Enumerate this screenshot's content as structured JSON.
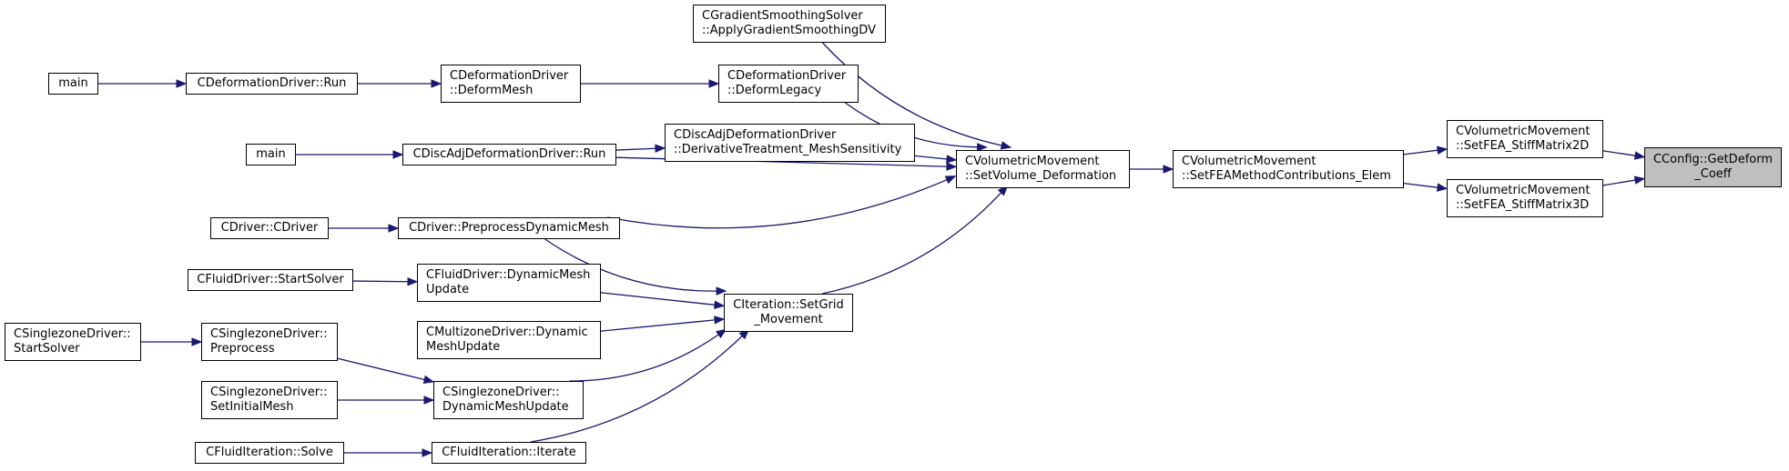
{
  "colors": {
    "edge": "#191970",
    "focus_fill": "#bfbfbf",
    "node_fill": "#ffffff",
    "node_border": "#000000"
  },
  "nodes": {
    "getdeform": {
      "lines": [
        "CConfig::GetDeform",
        "_Coeff"
      ]
    },
    "stiff2d": {
      "lines": [
        "CVolumetricMovement",
        "::SetFEA_StiffMatrix2D"
      ]
    },
    "stiff3d": {
      "lines": [
        "CVolumetricMovement",
        "::SetFEA_StiffMatrix3D"
      ]
    },
    "setfea": {
      "lines": [
        "CVolumetricMovement",
        "::SetFEAMethodContributions_Elem"
      ]
    },
    "setvol": {
      "lines": [
        "CVolumetricMovement",
        "::SetVolume_Deformation"
      ]
    },
    "gradsmooth": {
      "lines": [
        "CGradientSmoothingSolver",
        "::ApplyGradientSmoothingDV"
      ]
    },
    "deflegacy": {
      "lines": [
        "CDeformationDriver",
        "::DeformLegacy"
      ]
    },
    "dertreat": {
      "lines": [
        "CDiscAdjDeformationDriver",
        "::DerivativeTreatment_MeshSensitivity"
      ]
    },
    "discadjrun": {
      "lines": [
        "CDiscAdjDeformationDriver::Run"
      ]
    },
    "prepdyn": {
      "lines": [
        "CDriver::PreprocessDynamicMesh"
      ]
    },
    "gridmove": {
      "lines": [
        "CIteration::SetGrid",
        "_Movement"
      ]
    },
    "defmesh": {
      "lines": [
        "CDeformationDriver",
        "::DeformMesh"
      ]
    },
    "defrun": {
      "lines": [
        "CDeformationDriver::Run"
      ]
    },
    "main1": {
      "lines": [
        "main"
      ]
    },
    "main2": {
      "lines": [
        "main"
      ]
    },
    "cdriver": {
      "lines": [
        "CDriver::CDriver"
      ]
    },
    "fluiddyn": {
      "lines": [
        "CFluidDriver::DynamicMesh",
        "Update"
      ]
    },
    "multidyn": {
      "lines": [
        "CMultizoneDriver::Dynamic",
        "MeshUpdate"
      ]
    },
    "singledyn": {
      "lines": [
        "CSinglezoneDriver::",
        "DynamicMeshUpdate"
      ]
    },
    "fluiditer": {
      "lines": [
        "CFluidIteration::Iterate"
      ]
    },
    "fluidstart": {
      "lines": [
        "CFluidDriver::StartSolver"
      ]
    },
    "singleprep": {
      "lines": [
        "CSinglezoneDriver::",
        "Preprocess"
      ]
    },
    "singleinit": {
      "lines": [
        "CSinglezoneDriver::",
        "SetInitialMesh"
      ]
    },
    "fluidsolve": {
      "lines": [
        "CFluidIteration::Solve"
      ]
    },
    "singlestart": {
      "lines": [
        "CSinglezoneDriver::",
        "StartSolver"
      ]
    }
  },
  "edges": [
    [
      "stiff2d",
      "getdeform"
    ],
    [
      "stiff3d",
      "getdeform"
    ],
    [
      "setfea",
      "stiff2d"
    ],
    [
      "setfea",
      "stiff3d"
    ],
    [
      "setvol",
      "setfea"
    ],
    [
      "gradsmooth",
      "setvol"
    ],
    [
      "deflegacy",
      "setvol"
    ],
    [
      "dertreat",
      "setvol"
    ],
    [
      "discadjrun",
      "setvol"
    ],
    [
      "prepdyn",
      "setvol"
    ],
    [
      "gridmove",
      "setvol"
    ],
    [
      "defmesh",
      "deflegacy"
    ],
    [
      "defrun",
      "defmesh"
    ],
    [
      "main1",
      "defrun"
    ],
    [
      "discadjrun",
      "dertreat"
    ],
    [
      "main2",
      "discadjrun"
    ],
    [
      "cdriver",
      "prepdyn"
    ],
    [
      "prepdyn",
      "gridmove"
    ],
    [
      "fluiddyn",
      "gridmove"
    ],
    [
      "multidyn",
      "gridmove"
    ],
    [
      "singledyn",
      "gridmove"
    ],
    [
      "fluiditer",
      "gridmove"
    ],
    [
      "fluidstart",
      "fluiddyn"
    ],
    [
      "singleprep",
      "singledyn"
    ],
    [
      "singleinit",
      "singledyn"
    ],
    [
      "fluidsolve",
      "fluiditer"
    ],
    [
      "singlestart",
      "singleprep"
    ]
  ]
}
